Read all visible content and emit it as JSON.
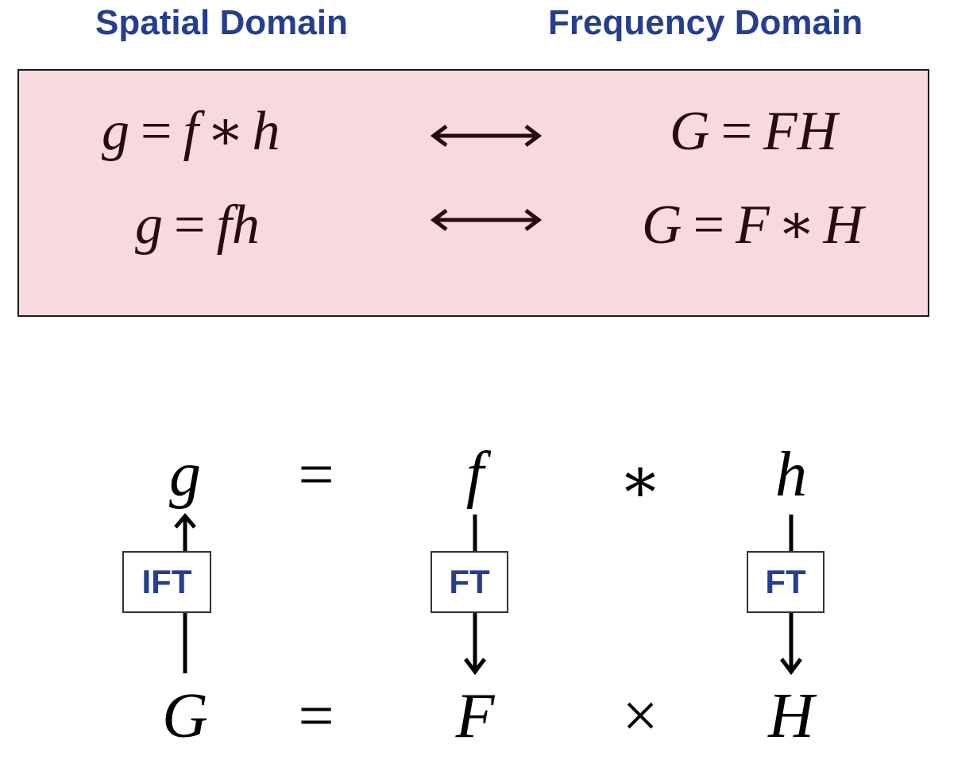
{
  "headings": {
    "spatial": "Spatial Domain",
    "frequency": "Frequency Domain"
  },
  "theorem": {
    "row1": {
      "spatial": [
        "g",
        "=",
        "f",
        "∗",
        "h"
      ],
      "frequency": [
        "G",
        "=",
        "FH"
      ]
    },
    "row2": {
      "spatial": [
        "g",
        "=",
        "fh"
      ],
      "frequency": [
        "G",
        "=",
        "F",
        "∗",
        "H"
      ]
    }
  },
  "diagram": {
    "top_row": [
      "g",
      "=",
      "f",
      "∗",
      "h"
    ],
    "bottom_row": [
      "G",
      "=",
      "F",
      "×",
      "H"
    ],
    "transforms": {
      "inverse": "IFT",
      "forward_f": "FT",
      "forward_h": "FT"
    }
  },
  "colors": {
    "heading_blue": "#253e8f",
    "box_pink": "#f6dadd",
    "math_dark": "#2a0a0f"
  }
}
